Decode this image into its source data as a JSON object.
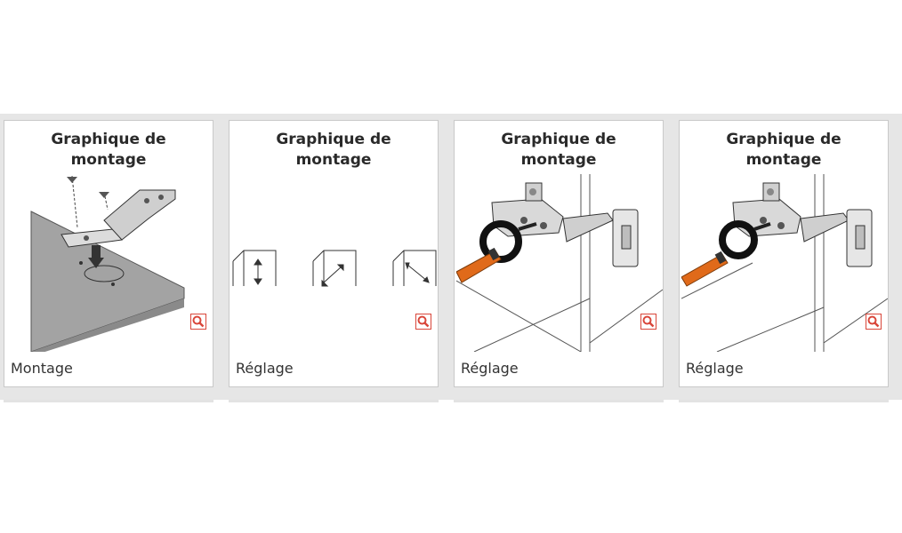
{
  "cards": [
    {
      "title_line1": "Graphique de",
      "title_line2": "montage",
      "caption": "Montage",
      "icon": "search-icon"
    },
    {
      "title_line1": "Graphique de",
      "title_line2": "montage",
      "caption": "Réglage",
      "icon": "search-icon"
    },
    {
      "title_line1": "Graphique de",
      "title_line2": "montage",
      "caption": "Réglage",
      "icon": "search-icon"
    },
    {
      "title_line1": "Graphique de",
      "title_line2": "montage",
      "caption": "Réglage",
      "icon": "search-icon"
    }
  ],
  "colors": {
    "zoom_accent": "#d9463a",
    "screwdriver": "#e06a1a",
    "panel_fill": "#a3a3a3"
  }
}
